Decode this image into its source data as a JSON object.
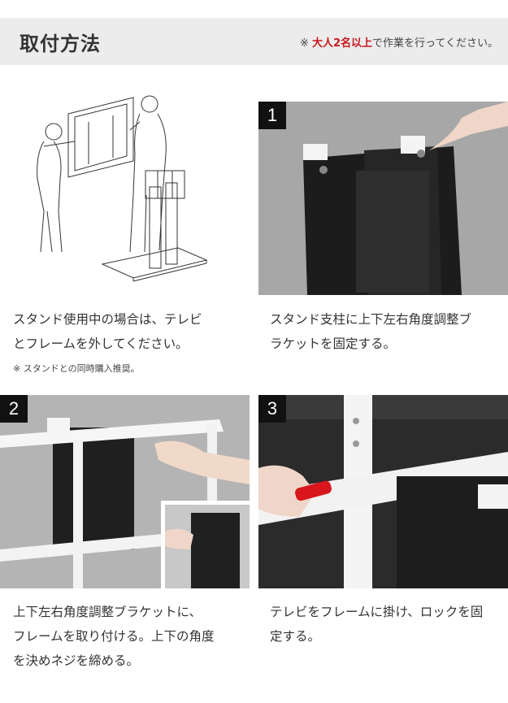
{
  "header": {
    "title": "取付方法",
    "note_prefix": "※ ",
    "note_emphasis": "大人2名以上",
    "note_suffix": "で作業を行ってください。"
  },
  "intro": {
    "caption_line1": "スタンド使用中の場合は、テレビ",
    "caption_line2": "とフレームを外してください。",
    "note": "※ スタンドとの同時購入推奨。"
  },
  "steps": [
    {
      "number": "1",
      "caption_line1": "スタンド支柱に上下左右角度調整ブ",
      "caption_line2": "ラケットを固定する。"
    },
    {
      "number": "2",
      "caption_line1": "上下左右角度調整ブラケットに、",
      "caption_line2": "フレームを取り付ける。上下の角度",
      "caption_line3": "を決めネジを締める。"
    },
    {
      "number": "3",
      "caption_line1": "テレビをフレームに掛け、ロックを固",
      "caption_line2": "定する。"
    }
  ],
  "colors": {
    "header_bg": "#ececec",
    "emphasis": "#c8161d",
    "badge_bg": "#111111"
  }
}
